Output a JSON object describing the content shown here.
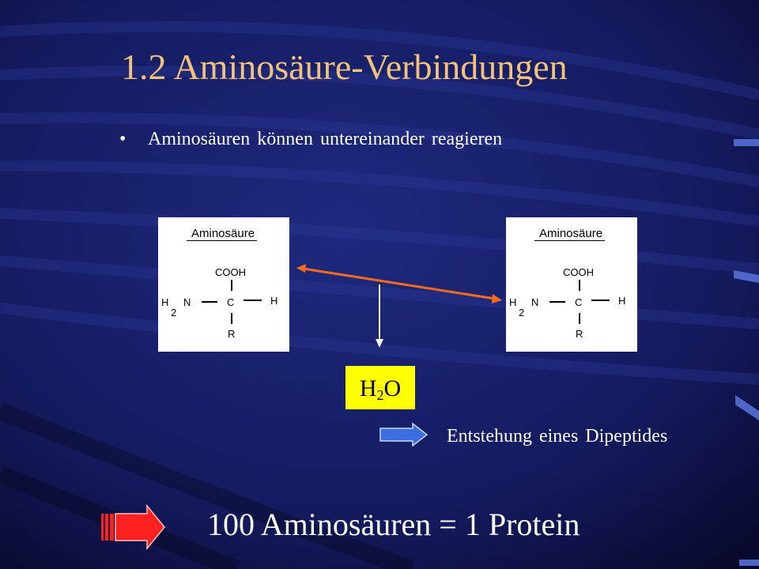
{
  "slide": {
    "title": "1.2 Aminosäure-Verbindungen",
    "bullet": "Aminosäuren können untereinander reagieren"
  },
  "molecule_left": {
    "label": "Aminosäure",
    "cooh": "COOH",
    "h": "H",
    "sub2": "2",
    "n": "N",
    "c": "C",
    "h_right": "H",
    "r": "R"
  },
  "molecule_right": {
    "label": "Aminosäure",
    "cooh": "COOH",
    "h": "H",
    "sub2": "2",
    "n": "N",
    "c": "C",
    "h_right": "H",
    "r": "R"
  },
  "water": {
    "h": "H",
    "sub": "2",
    "o": "O"
  },
  "formation_text": "Entstehung eines Dipeptides",
  "result_text": "100 Aminosäuren = 1 Protein",
  "colors": {
    "background": "#0b0b3a",
    "title": "#f3c27a",
    "text": "#ffffff",
    "water_box": "#ffff00",
    "reaction_arrow": "#ff6a1a",
    "blue_arrow": "#3b6fe0",
    "red_arrow": "#ff2020"
  }
}
